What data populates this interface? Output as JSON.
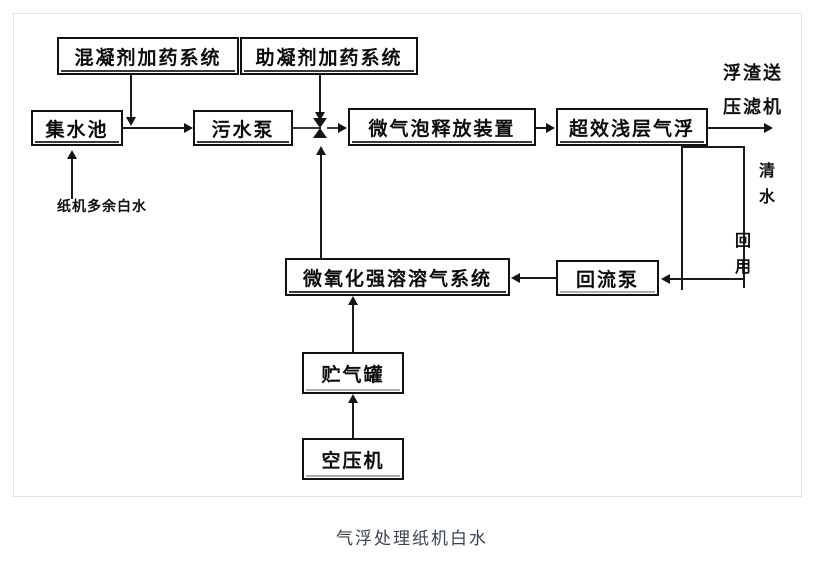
{
  "figure": {
    "caption": "气浮处理纸机白水"
  },
  "boxes": {
    "coagulant_dosing": "混凝剂加药系统",
    "flocculant_aid_dosing": "助凝剂加药系统",
    "collection_tank": "集水池",
    "sewage_pump": "污水泵",
    "microbubble_release": "微气泡释放装置",
    "shallow_air_flotation": "超效浅层气浮",
    "micro_oxidation_dissolved_air": "微氧化强溶溶气系统",
    "reflux_pump": "回流泵",
    "gas_storage_tank": "贮气罐",
    "air_compressor": "空压机"
  },
  "labels": {
    "scum_to_filter_press_line1": "浮渣送",
    "scum_to_filter_press_line2": "压滤机",
    "excess_white_water": "纸机多余白水",
    "clear_water_reuse_a": "清水",
    "clear_water_reuse_b": "回用"
  },
  "symbols": {
    "valve": "valve-symbol"
  },
  "colors": {
    "ink": "#121212",
    "frame": "#e3e3e3",
    "caption": "#3a4250",
    "background": "#ffffff"
  }
}
